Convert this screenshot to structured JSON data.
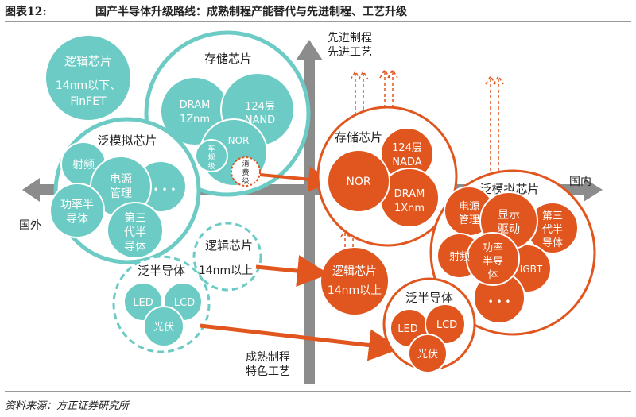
{
  "header": {
    "figure_label": "图表12:",
    "title": "国产半导体升级路线：成熟制程产能替代与先进制程、工艺升级"
  },
  "footer": {
    "source": "资料来源：方正证券研究所"
  },
  "axes": {
    "top_label_line1": "先进制程",
    "top_label_line2": "先进工艺",
    "bottom_label_line1": "成熟制程",
    "bottom_label_line2": "特色工艺",
    "left_label": "国外",
    "right_label": "国内"
  },
  "left": {
    "logic": {
      "title": "逻辑芯片",
      "line1": "14nm以下、",
      "line2": "FinFET"
    },
    "storage": {
      "title": "存储芯片",
      "dram_1": "DRAM",
      "dram_2": "1Znm",
      "nand_1": "124层",
      "nand_2": "NAND",
      "nor": "NOR",
      "car_1": "车",
      "car_2": "规",
      "car_3": "级",
      "consumer_1": "消",
      "consumer_2": "费",
      "consumer_3": "级"
    },
    "analog": {
      "title": "泛模拟芯片",
      "rf": "射频",
      "power_1": "电源",
      "power_2": "管理",
      "dots": "• • •",
      "pwr_1": "功率半",
      "pwr_2": "导体",
      "third_1": "第三",
      "third_2": "代半",
      "third_3": "导体"
    },
    "logic_mature": {
      "title": "逻辑芯片",
      "line": "14nm以上"
    },
    "pan": {
      "title": "泛半导体",
      "led": "LED",
      "lcd": "LCD",
      "pv": "光伏"
    }
  },
  "right": {
    "storage": {
      "title": "存储芯片",
      "nor": "NOR",
      "nada_1": "124层",
      "nada_2": "NADA",
      "dram_1": "DRAM",
      "dram_2": "1Xnm"
    },
    "logic": {
      "line1": "逻辑芯片",
      "line2": "14nm以上"
    },
    "analog": {
      "title": "泛模拟芯片",
      "power_1": "电源",
      "power_2": "管理",
      "display_1": "显示",
      "display_2": "驱动",
      "third_1": "第三",
      "third_2": "代半",
      "third_3": "导体",
      "rf": "射频",
      "pwr_1": "功率",
      "pwr_2": "半导",
      "pwr_3": "体",
      "igbt": "IGBT",
      "dots": "• • •"
    },
    "pan": {
      "title": "泛半导体",
      "led": "LED",
      "lcd": "LCD",
      "pv": "光伏"
    }
  },
  "colors": {
    "teal": "#6ccbc4",
    "teal_stroke": "#ffffff",
    "orange": "#e0561e",
    "axis": "#8c8c8c",
    "header_rule": "#9a9a9a"
  }
}
